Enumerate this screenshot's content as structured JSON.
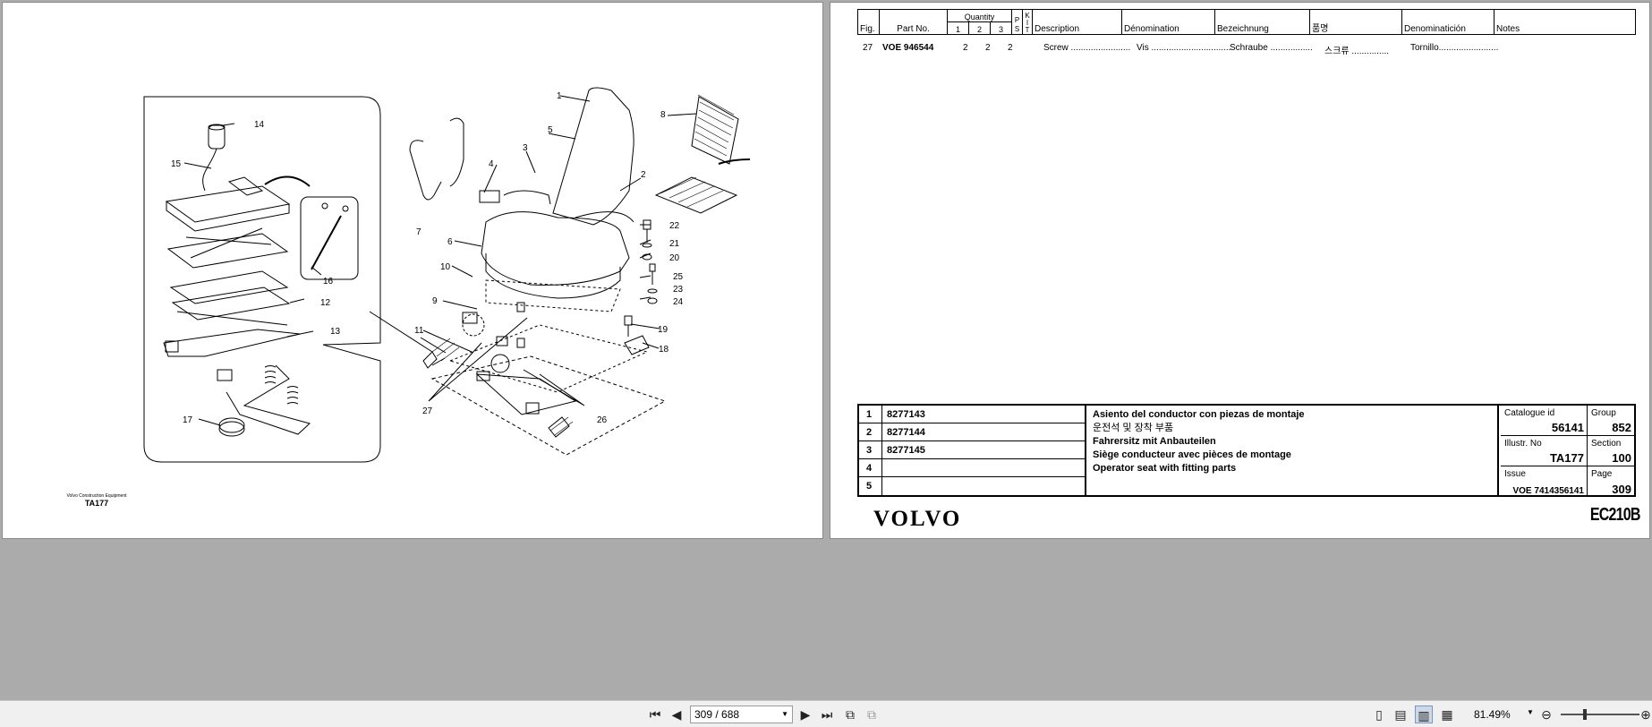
{
  "left_page": {
    "callouts": [
      "1",
      "2",
      "3",
      "4",
      "5",
      "6",
      "7",
      "8",
      "9",
      "10",
      "11",
      "12",
      "13",
      "14",
      "15",
      "16",
      "17",
      "18",
      "19",
      "20",
      "21",
      "22",
      "23",
      "24",
      "25",
      "26",
      "27"
    ],
    "caption_brand": "Volvo Construction Equipment",
    "caption_code": "TA177"
  },
  "parts_header": {
    "fig": "Fig.",
    "part_no": "Part No.",
    "quantity": "Quantity",
    "q1": "1",
    "q2": "2",
    "q3": "3",
    "ps_p": "P",
    "ps_s": "S",
    "kit": "K I T",
    "description": "Description",
    "denomination": "Dénomination",
    "bezeichnung": "Bezeichnung",
    "korean": "품명",
    "denominacion": "Denominatición",
    "notes": "Notes"
  },
  "parts_rows": [
    {
      "fig": "27",
      "part_no": "VOE 946544",
      "q1": "2",
      "q2": "2",
      "q3": "2",
      "description": "Screw ........................",
      "denomination": "Vis ................................",
      "bezeichnung": "Schraube .................",
      "korean": "스크류 ...............",
      "denominacion": "Tornillo........................"
    }
  ],
  "variants": [
    {
      "num": "1",
      "part_no": "8277143"
    },
    {
      "num": "2",
      "part_no": "8277144"
    },
    {
      "num": "3",
      "part_no": "8277145"
    },
    {
      "num": "4",
      "part_no": ""
    },
    {
      "num": "5",
      "part_no": ""
    }
  ],
  "titles": [
    "Asiento del conductor con piezas de montaje",
    "운전석 및 장착 부품",
    "Fahrersitz mit Anbauteilen",
    "Siège conducteur avec pièces de montage",
    "Operator seat with fitting parts"
  ],
  "meta": {
    "catalogue_id_label": "Catalogue id",
    "catalogue_id": "56141",
    "group_label": "Group",
    "group": "852",
    "illustr_label": "Illustr. No",
    "illustr": "TA177",
    "section_label": "Section",
    "section": "100",
    "issue_label": "Issue",
    "issue": "VOE 7414356141",
    "page_label": "Page",
    "page": "309"
  },
  "brand": "VOLVO",
  "model": "EC210B",
  "toolbar": {
    "page_display": "309 / 688",
    "zoom": "81.49%",
    "zoom_fraction": 0.3
  }
}
